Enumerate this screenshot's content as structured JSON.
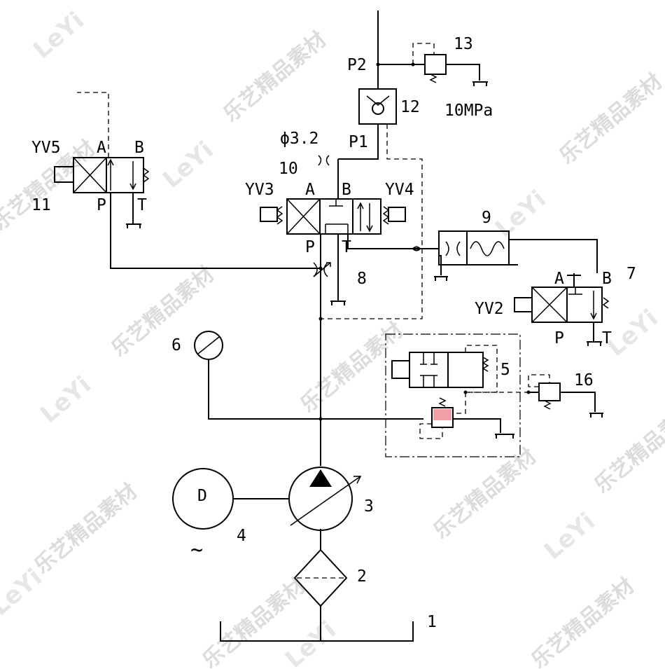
{
  "labels": {
    "reservoir": "1",
    "filter": "2",
    "pump": "3",
    "motor": "4",
    "motor_letter": "D",
    "motor_ac": "~",
    "valve5": "5",
    "gauge": "6",
    "valve7": "7",
    "throttle8": "8",
    "cylinder9": "9",
    "valve10": "10",
    "valve11": "11",
    "check12": "12",
    "relief13": "13",
    "relief16": "16",
    "pressure": "10MPa",
    "orifice": "ϕ3.2",
    "yv2": "YV2",
    "yv3": "YV3",
    "yv4": "YV4",
    "yv5": "YV5",
    "p1": "P1",
    "p2": "P2",
    "port_a": "A",
    "port_b": "B",
    "port_p": "P",
    "port_t": "T"
  },
  "watermark": {
    "logo": "LeYi",
    "text": "乐艺精品素材"
  }
}
